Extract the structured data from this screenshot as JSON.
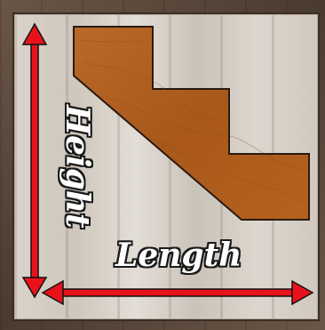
{
  "labels": {
    "height": "Height",
    "length": "Length"
  },
  "colors": {
    "arrow": "#e8121c",
    "stair_wood": "#b4621e",
    "stair_outline": "#2a1a0f",
    "background_wood": "#d9d3cb"
  },
  "figure": {
    "subject": "stair-stringer",
    "steps": 3
  }
}
